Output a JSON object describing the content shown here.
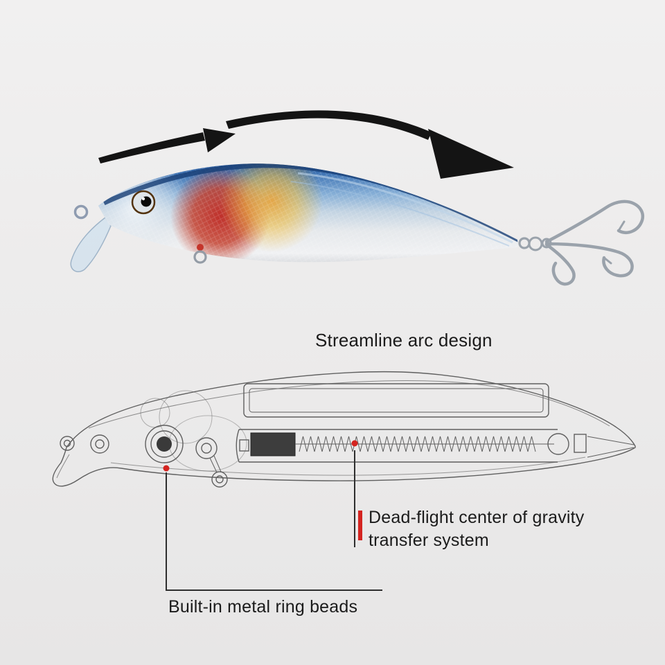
{
  "captions": {
    "streamline": "Streamline arc design",
    "gravity": "Dead-flight center of gravity transfer system",
    "beads": "Built-in metal ring beads"
  },
  "colors": {
    "annotation_red": "#d42420",
    "ann_line": "#2e2e2e",
    "diagram_stroke": "#5f5f5f",
    "text_color": "#1b1b1b",
    "lure_back_blue": "#2a5a9e",
    "lure_belly_silver": "#eceef0",
    "lure_accent_red": "#bf2721",
    "lure_accent_orange": "#f0a22e",
    "arrow_black": "#141414"
  }
}
